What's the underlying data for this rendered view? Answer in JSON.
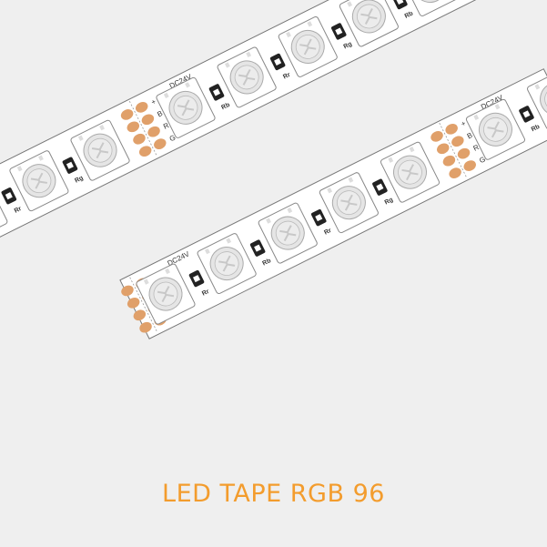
{
  "product": {
    "title": "LED TAPE RGB 96"
  },
  "tape": {
    "voltage_label": "DC24V",
    "pad_labels": [
      "+",
      "B",
      "R",
      "G"
    ],
    "resistor_labels": [
      "Rr",
      "Rg",
      "Rb"
    ]
  },
  "colors": {
    "background": "#efefef",
    "tape": "#ffffff",
    "tape_outline": "#777777",
    "pad": "#e0a06a",
    "led_lens": "#e5e5e5",
    "resistor": "#222222",
    "title": "#f39c2d"
  }
}
